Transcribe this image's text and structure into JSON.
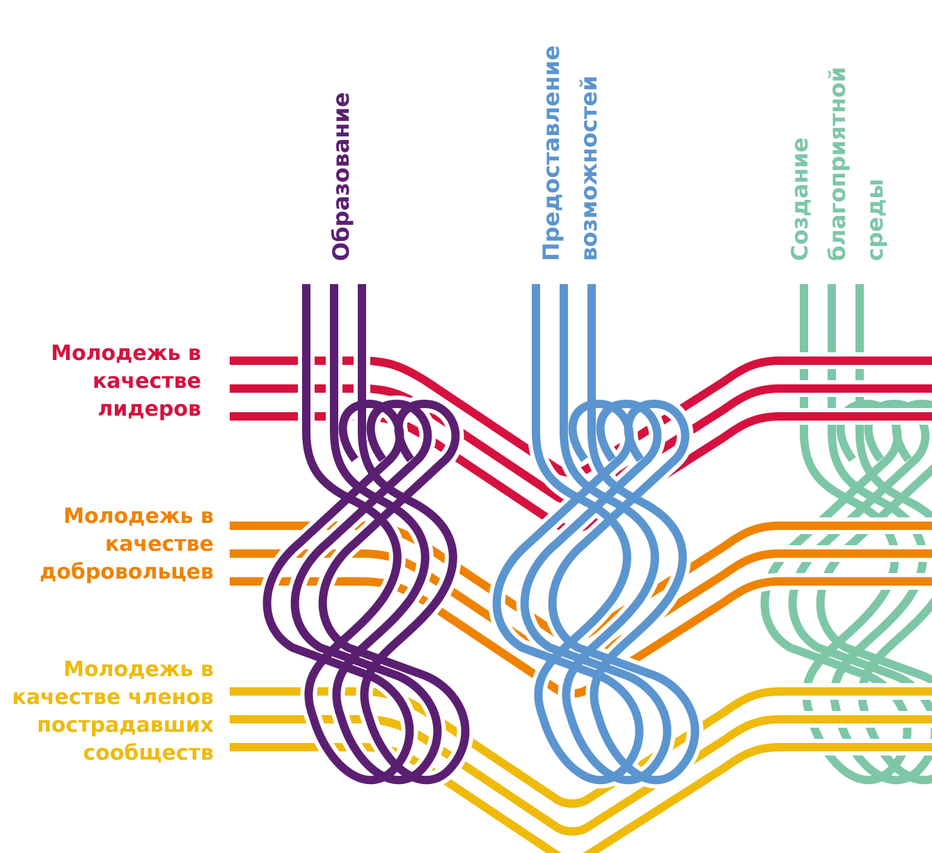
{
  "columns": [
    {
      "key": "education",
      "lines": [
        "Образование"
      ],
      "color": "#5b1f72"
    },
    {
      "key": "opportunities",
      "lines": [
        "Предоставление",
        "возможностей"
      ],
      "color": "#5b95d0"
    },
    {
      "key": "environment",
      "lines": [
        "Создание",
        "благоприятной",
        "среды"
      ],
      "color": "#7dc7a6"
    }
  ],
  "rows": [
    {
      "key": "leaders",
      "lines": [
        "Молодежь в",
        "качестве",
        "лидеров"
      ],
      "color": "#d6113e"
    },
    {
      "key": "volunteers",
      "lines": [
        "Молодежь в",
        "качестве",
        "добровольцев"
      ],
      "color": "#ef8200"
    },
    {
      "key": "communities",
      "lines": [
        "Молодежь в",
        "качестве членов",
        "пострадавших",
        "сообществ"
      ],
      "color": "#efba0a"
    }
  ]
}
